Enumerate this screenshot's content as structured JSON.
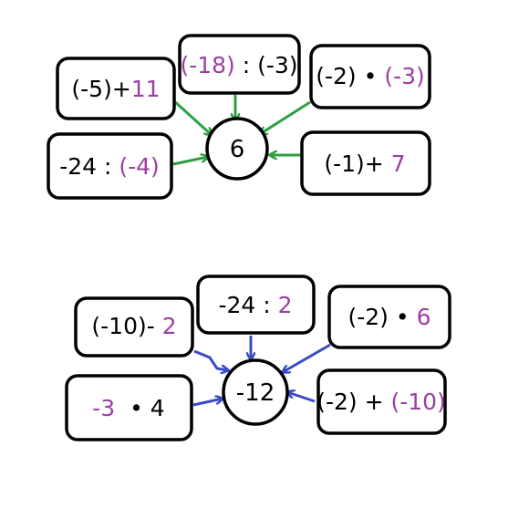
{
  "colors": {
    "ink": "#000000",
    "accent": "#9b3fa4",
    "arrows_top": "#2ea043",
    "arrows_bottom": "#3b4bc8"
  },
  "top": {
    "center": "6",
    "boxes": [
      {
        "a": "(-5)+",
        "b": "11"
      },
      {
        "a": "",
        "b": "(-18)",
        "c": " : (-3)"
      },
      {
        "a": "(-2) • ",
        "b": "(-3)"
      },
      {
        "a": "-24 : ",
        "b": "(-4)"
      },
      {
        "a": "(-1)+ ",
        "b": "7"
      }
    ]
  },
  "bottom": {
    "center": "-12",
    "boxes": [
      {
        "a": "(-10)- ",
        "b": "2"
      },
      {
        "a": "-24 : ",
        "b": "2"
      },
      {
        "a": "(-2) • ",
        "b": "6"
      },
      {
        "a": "",
        "b": "-3",
        "c": "  • 4"
      },
      {
        "a": "(-2) + ",
        "b": "(-10)"
      }
    ]
  }
}
